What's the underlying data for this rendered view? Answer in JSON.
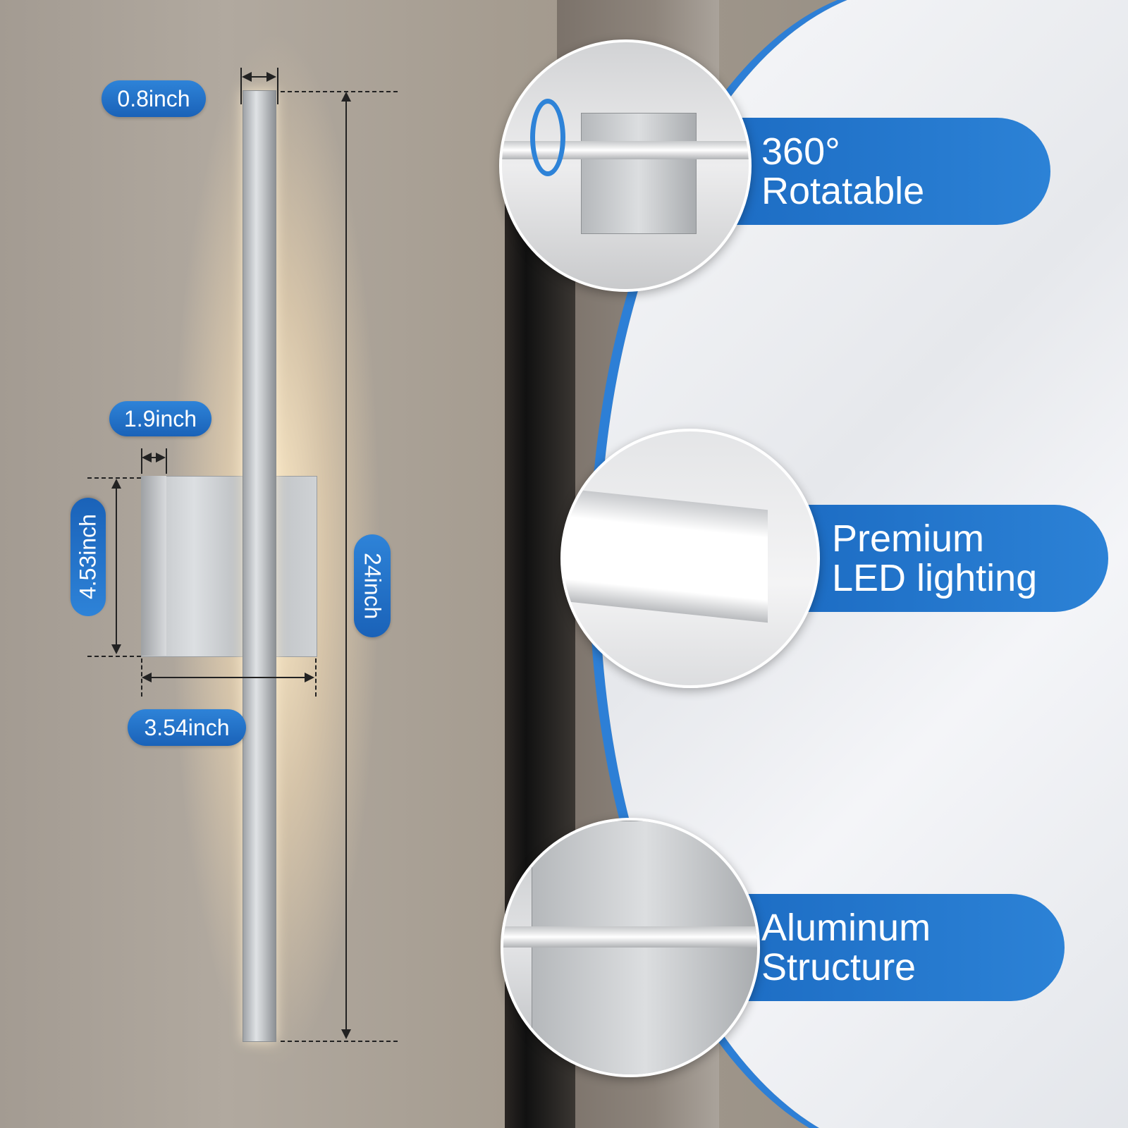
{
  "dimensions": {
    "bar_width": "0.8inch",
    "bar_length": "24inch",
    "plate_depth": "1.9inch",
    "plate_height": "4.53inch",
    "plate_width": "3.54inch"
  },
  "features": [
    {
      "line1": "360°",
      "line2": "Rotatable",
      "icon": "rotate-icon"
    },
    {
      "line1": "Premium",
      "line2": "LED lighting",
      "icon": "led-bar-icon"
    },
    {
      "line1": "Aluminum",
      "line2": "Structure",
      "icon": "aluminum-mount-icon"
    }
  ],
  "colors": {
    "accent": "#1d6dc4",
    "dimension_line": "#222222"
  }
}
